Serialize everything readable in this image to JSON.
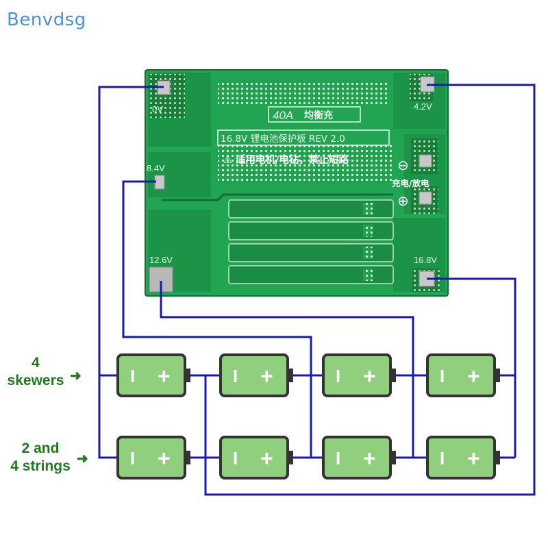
{
  "watermark": "Benvdsg",
  "labels": {
    "skewers_line1": "4",
    "skewers_line2": "skewers",
    "strings_line1": "2 and",
    "strings_line2": "4 strings",
    "arrow": "➜"
  },
  "board": {
    "silk_40a": "40A",
    "silk_balance": "均衡充",
    "silk_title": "16.8V 锂电池保护板 REV 2.0",
    "silk_warning": "⚠ 适用电机/电钻，禁止短路",
    "silk_charge": "充电/放电",
    "pad_0v": "0V",
    "pad_42v": "4.2V",
    "pad_84v": "8.4V",
    "pad_126v": "12.6V",
    "pad_168v": "16.8V",
    "minus": "⊖",
    "plus": "⊕"
  },
  "battery": {
    "minus_symbol": "I",
    "plus_symbol": "+"
  },
  "colors": {
    "wire": "#1a1aa8",
    "pcb": "#1e9e4c",
    "battery_fill": "#8fcf7e",
    "battery_stroke": "#333333",
    "label_green": "#1f7a1f",
    "watermark": "#4a90e2"
  }
}
